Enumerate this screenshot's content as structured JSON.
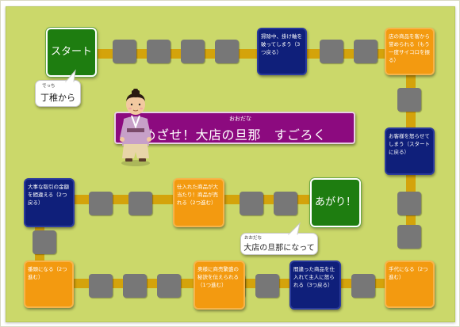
{
  "start": {
    "label": "スタート",
    "bubble_label": "丁稚から",
    "bubble_ruby": "でっち"
  },
  "goal": {
    "label": "あがり！",
    "bubble_label": "大店の旦那になって",
    "bubble_ruby": "おおだな"
  },
  "title": {
    "main": "めざせ！大店の旦那　すごろく",
    "ruby": "おおだな"
  },
  "squares": {
    "top_1": "掃除中、掛け軸を破ってしまう（3つ戻る）",
    "top_2": "店の商品を客から誉められる（もう一度サイコロを振る）",
    "right_1": "お客様を怒らせてしまう（スタートに戻る）",
    "mid_1": "仕入れた商品が大当たり！商品が売れる（2つ進む）",
    "left_1": "大事な取引の金額を間違える（2つ戻る）",
    "bottom_1": "番頭になる（2つ進む）",
    "bottom_2": "奥様に商売繁盛の秘訣を伝えられる（1つ進む）",
    "bottom_3": "間違った商品を仕入れて主人に怒られる（3つ戻る）",
    "bottom_4": "手代になる（2つ進む）"
  },
  "colors": {
    "board": "#cbd86a",
    "path": "#d4a30b",
    "blue": "#0f1f7a",
    "orange": "#f39a10",
    "green": "#1e7d10",
    "title": "#8c0a7f",
    "gray": "#777777"
  }
}
